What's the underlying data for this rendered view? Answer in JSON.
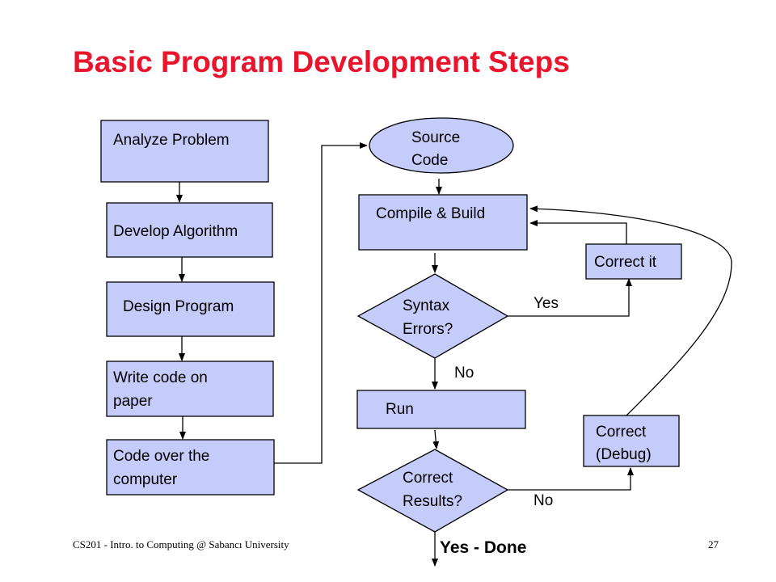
{
  "slide": {
    "title": "Basic Program Development Steps",
    "footer": "CS201 - Intro. to Computing @ Sabancı University",
    "page_number": "27"
  },
  "colors": {
    "title": "#e8152d",
    "node_fill": "#c5ccfa",
    "stroke": "#000000"
  },
  "nodes": {
    "analyze": {
      "lines": [
        "Analyze Problem"
      ]
    },
    "develop": {
      "lines": [
        "Develop Algorithm"
      ]
    },
    "design": {
      "lines": [
        "Design Program"
      ]
    },
    "write_paper": {
      "lines": [
        "Write code on",
        "paper"
      ]
    },
    "code_computer": {
      "lines": [
        "Code over the",
        "computer"
      ]
    },
    "source": {
      "lines": [
        "Source",
        "Code"
      ]
    },
    "compile": {
      "lines": [
        "Compile & Build"
      ]
    },
    "syntax": {
      "lines": [
        "Syntax",
        "Errors?"
      ]
    },
    "correct_it": {
      "lines": [
        "Correct it"
      ]
    },
    "run": {
      "lines": [
        "Run"
      ]
    },
    "correct_results": {
      "lines": [
        "Correct",
        "Results?"
      ]
    },
    "debug": {
      "lines": [
        "Correct",
        "(Debug)"
      ]
    }
  },
  "edge_labels": {
    "syntax_yes": "Yes",
    "syntax_no": "No",
    "results_no": "No",
    "results_yes": "Yes - Done"
  }
}
